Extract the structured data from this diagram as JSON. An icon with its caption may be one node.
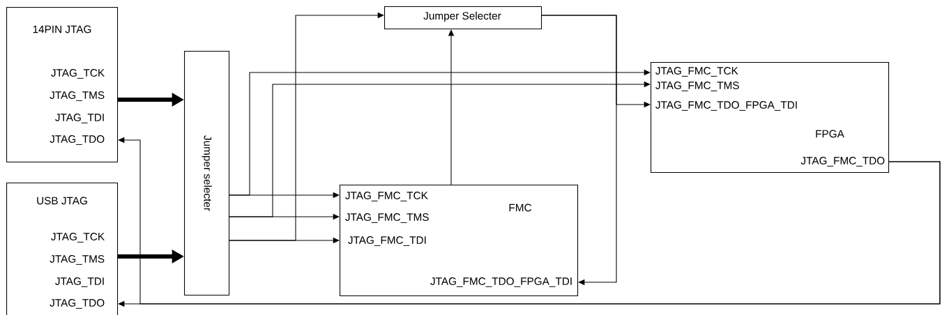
{
  "diagram": {
    "nodes": [
      {
        "text": [
          "14PIN JTAG",
          "JTAG_TCK",
          "JTAG_TMS",
          "JTAG_TDI",
          "JTAG_TDO"
        ]
      },
      {
        "text": [
          "USB JTAG",
          "JTAG_TCK",
          "JTAG_TMS",
          "JTAG_TDI",
          "JTAG_TDO"
        ]
      },
      {
        "text": [
          "Jumper selecter"
        ]
      },
      {
        "text": [
          "Jumper Selecter"
        ]
      },
      {
        "text": [
          "FMC",
          "JTAG_FMC_TCK",
          "JTAG_FMC_TMS",
          "JTAG_FMC_TDI",
          "JTAG_FMC_TDO_FPGA_TDI"
        ]
      },
      {
        "text": [
          "JTAG_FMC_TCK",
          "JTAG_FMC_TMS",
          "JTAG_FMC_TDO_FPGA_TDI",
          "FPGA",
          "JTAG_FMC_TDO"
        ]
      }
    ],
    "edges": [
      {
        "from": 0,
        "to": 2,
        "arrow": "to",
        "style": "thick"
      },
      {
        "from": 1,
        "to": 2,
        "arrow": "to",
        "style": "thick"
      },
      {
        "from": 2,
        "to": 4,
        "arrow": "to"
      },
      {
        "from": 2,
        "to": 4,
        "arrow": "to"
      },
      {
        "from": 2,
        "to": 4,
        "arrow": "to"
      },
      {
        "from": 2,
        "to": 5,
        "arrow": "to"
      },
      {
        "from": 2,
        "to": 5,
        "arrow": "to"
      },
      {
        "from": 2,
        "to": 3,
        "arrow": "to"
      },
      {
        "from": 4,
        "to": 3,
        "arrow": "to"
      },
      {
        "from": 3,
        "to": 4,
        "arrow": "to"
      },
      {
        "from": 3,
        "to": 5,
        "arrow": "to"
      },
      {
        "from": 5,
        "to": 0,
        "arrow": "to"
      },
      {
        "from": 5,
        "to": 1,
        "arrow": "to"
      }
    ]
  }
}
